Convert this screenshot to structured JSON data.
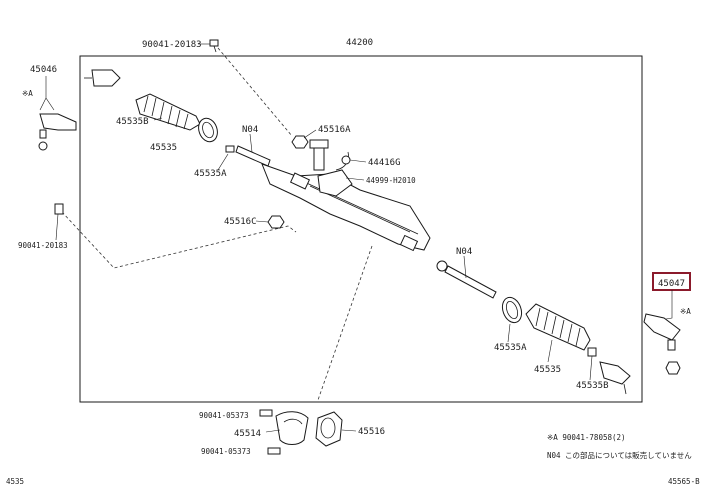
{
  "labels": {
    "assembly": "44200",
    "bolt_top": "90041-20183",
    "tie_rod_end_left": "45046",
    "note_a_left": "※A",
    "boot_left": "45535B",
    "clamp_left": "45535",
    "clip_left": "45535A",
    "rack_end_left": "N04",
    "nut_upper": "45516A",
    "gasket": "44416G",
    "valve": "44999-H2010",
    "bolt_left": "90041-20183",
    "nut_left": "45516C",
    "rack_end_right": "N04",
    "tie_rod_end_right": "45047",
    "note_a_right": "※A",
    "clip_right": "45535A",
    "clamp_right": "45535",
    "boot_right": "45535B",
    "bolt_bottom_1": "90041-05373",
    "bracket": "45514",
    "bushing": "45516",
    "bolt_bottom_2": "90041-05373",
    "footnote_a": "※A  90041-78058(2)",
    "footnote_n04": "N04  この部品については販売していません",
    "page_left": "4535",
    "page_right": "45565-B"
  },
  "colors": {
    "highlight": "#8b1a2b",
    "line": "#1a1a1a"
  }
}
